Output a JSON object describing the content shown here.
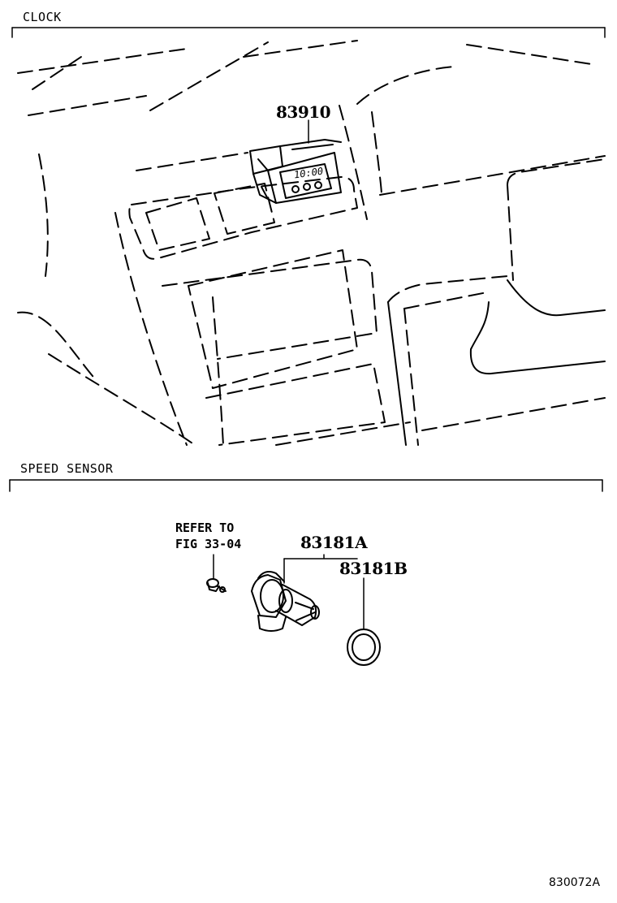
{
  "sections": {
    "clock": {
      "label": "CLOCK"
    },
    "speed_sensor": {
      "label": "SPEED SENSOR"
    }
  },
  "callouts": {
    "clock_part": "83910",
    "sensor_part": "83181A",
    "seal_part": "83181B",
    "clock_display": "10:00"
  },
  "reference": {
    "line1": "REFER TO",
    "line2": "FIG 33-04"
  },
  "illustration_code": "830072A"
}
